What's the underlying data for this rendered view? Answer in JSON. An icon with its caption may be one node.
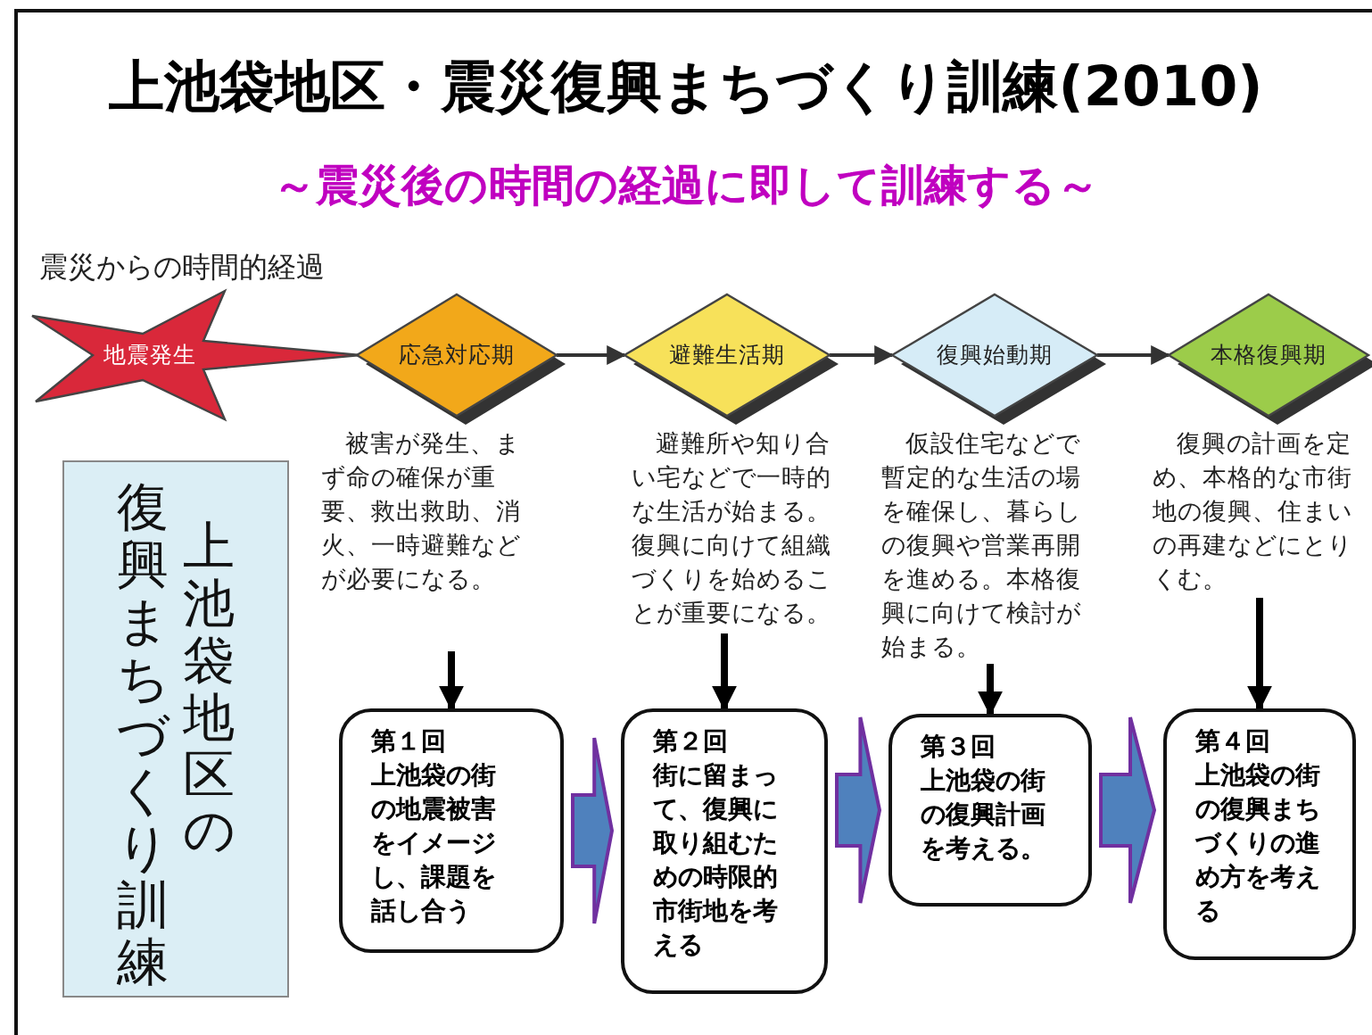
{
  "diagram": {
    "title": "上池袋地区・震災復興まちづくり訓練(2010)",
    "nodes": [
      {
        "text": [
          "地震発生"
        ]
      },
      {
        "text": [
          "応急対応期"
        ]
      },
      {
        "text": [
          "避難生活期"
        ]
      },
      {
        "text": [
          "復興始動期"
        ]
      },
      {
        "text": [
          "本格復興期"
        ]
      },
      {
        "text": [
          "被害が発生、まず命の確保が重要、救出救助、消火、一時避難などが必要になる。"
        ]
      },
      {
        "text": [
          "避難所や知り合い宅などで一時的な生活が始まる。復興に向けて組織づくりを始めることが重要になる。"
        ]
      },
      {
        "text": [
          "仮設住宅などで暫定的な生活の場を確保し、暮らしの復興や営業再開を進める。本格復興に向けて検討が始まる。"
        ]
      },
      {
        "text": [
          "復興の計画を定め、本格的な市街地の復興、住まいの再建などにとりくむ。"
        ]
      },
      {
        "text": [
          "上池袋地区の復興まちづくり訓練"
        ]
      },
      {
        "text": [
          "第１回",
          "上池袋の街の地震被害をイメージし、課題を話し合う"
        ]
      },
      {
        "text": [
          "第２回",
          "街に留まって、復興に取り組むための時限的市街地を考える"
        ]
      },
      {
        "text": [
          "第３回",
          "上池袋の街の復興計画を考える。"
        ]
      },
      {
        "text": [
          "第４回",
          "上池袋の街の復興まちづくりの進め方を考える"
        ]
      }
    ],
    "edges": [
      {
        "from": 1,
        "to": 2,
        "arrow": "to"
      },
      {
        "from": 2,
        "to": 3,
        "arrow": "to"
      },
      {
        "from": 3,
        "to": 4,
        "arrow": "to"
      },
      {
        "from": 5,
        "to": 10,
        "arrow": "to"
      },
      {
        "from": 6,
        "to": 11,
        "arrow": "to"
      },
      {
        "from": 7,
        "to": 12,
        "arrow": "to"
      },
      {
        "from": 8,
        "to": 13,
        "arrow": "to"
      },
      {
        "from": 10,
        "to": 11,
        "arrow": "to",
        "style": "thick",
        "color": "#4f81bd"
      },
      {
        "from": 11,
        "to": 12,
        "arrow": "to",
        "style": "thick",
        "color": "#4f81bd"
      },
      {
        "from": 12,
        "to": 13,
        "arrow": "to",
        "style": "thick",
        "color": "#4f81bd"
      }
    ],
    "labels": [
      "～震災後の時間の経過に即して訓練する～",
      "震災からの時間的経過"
    ]
  }
}
